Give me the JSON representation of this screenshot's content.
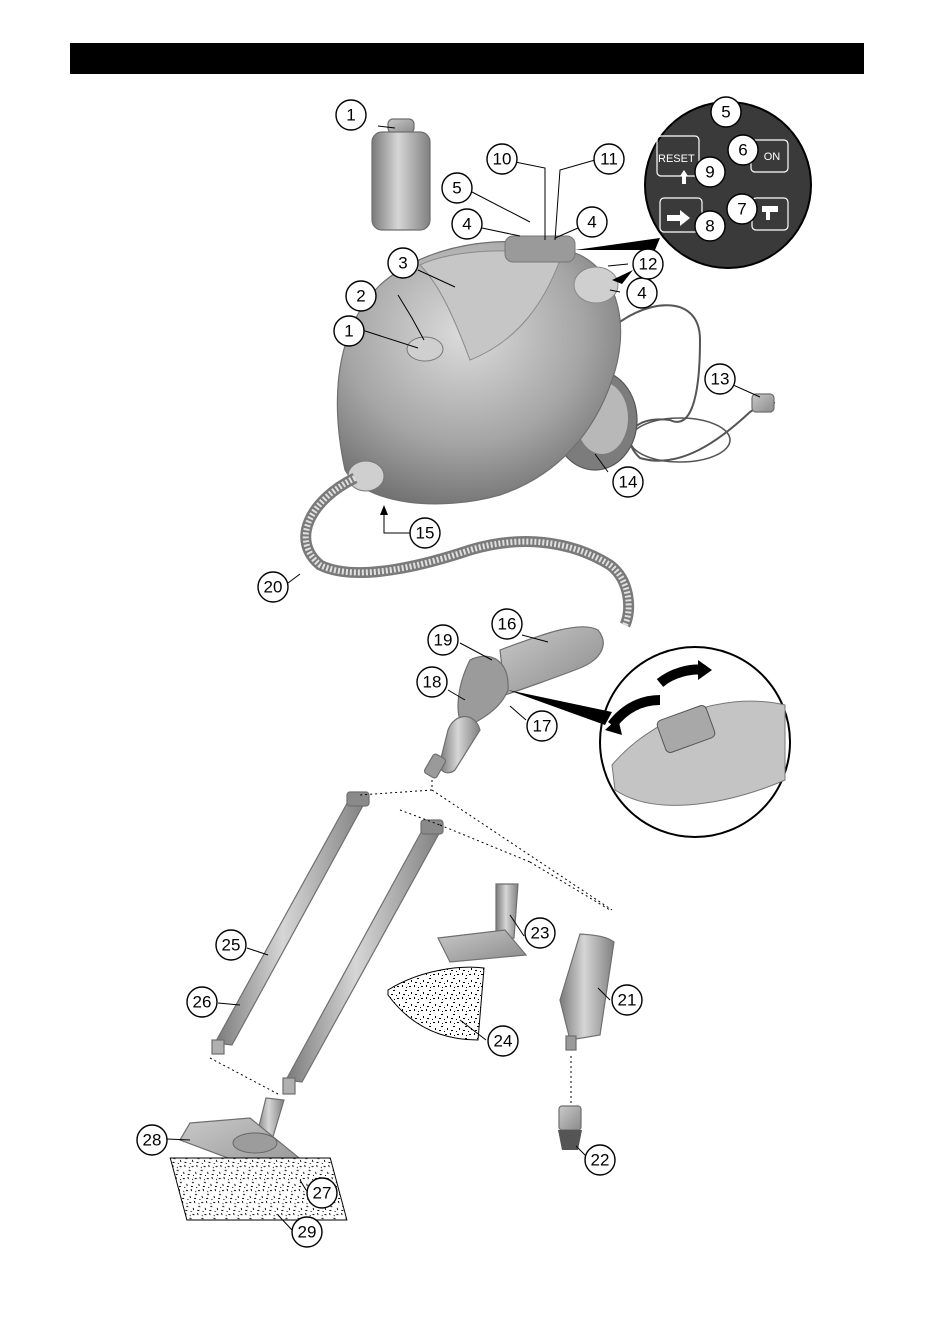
{
  "callouts": {
    "c1a": "1",
    "c1b": "1",
    "c2": "2",
    "c3": "3",
    "c4a": "4",
    "c4b": "4",
    "c4c": "4",
    "c5a": "5",
    "c5b": "5",
    "c6": "6",
    "c7": "7",
    "c8": "8",
    "c9": "9",
    "c10": "10",
    "c11": "11",
    "c12": "12",
    "c13": "13",
    "c14": "14",
    "c15": "15",
    "c16": "16",
    "c17": "17",
    "c18": "18",
    "c19": "19",
    "c20": "20",
    "c21": "21",
    "c22": "22",
    "c23": "23",
    "c24": "24",
    "c25": "25",
    "c26": "26",
    "c27": "27",
    "c28": "28",
    "c29": "29"
  },
  "panel": {
    "reset_label": "RESET",
    "on_label": "ON"
  },
  "colors": {
    "header": "#000000",
    "part_fill": "#a9a9a9",
    "part_dark": "#6f6f6f",
    "panel_bg": "#3a3a3a"
  }
}
